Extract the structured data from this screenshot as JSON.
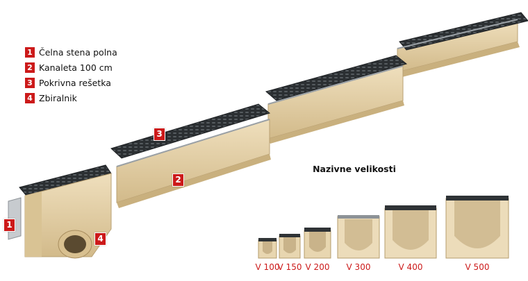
{
  "legend": [
    {
      "num": "1",
      "label": "Čelna stena polna"
    },
    {
      "num": "2",
      "label": "Kanaleta 100 cm"
    },
    {
      "num": "3",
      "label": "Pokrivna rešetka"
    },
    {
      "num": "4",
      "label": "Zbiralnik"
    }
  ],
  "markers": {
    "m1": "1",
    "m2": "2",
    "m3": "3",
    "m4": "4"
  },
  "sizes": {
    "title": "Nazivne velikosti",
    "items": [
      "V 100",
      "V 150",
      "V 200",
      "V 300",
      "V 400",
      "V 500"
    ]
  },
  "colors": {
    "badge": "#cc1a1a",
    "channel_body": "#e6d2a8",
    "grate": "#2f3336",
    "steel": "#b8bcc0"
  }
}
